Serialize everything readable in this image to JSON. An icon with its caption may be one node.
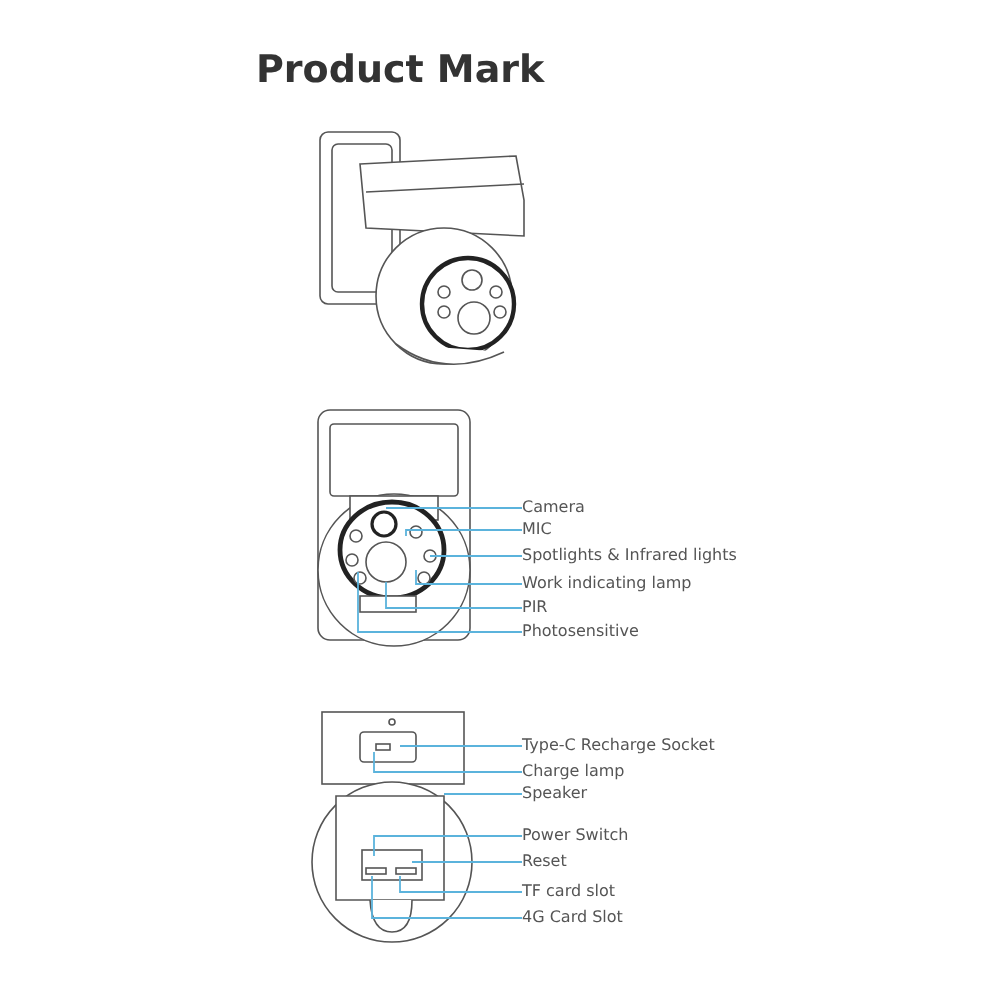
{
  "diagram": {
    "title": "Product Mark",
    "nodes": [
      {
        "text": [
          "Camera"
        ]
      },
      {
        "text": [
          "MIC"
        ]
      },
      {
        "text": [
          "Spotlights & Infrared lights"
        ]
      },
      {
        "text": [
          "Work indicating lamp"
        ]
      },
      {
        "text": [
          "PIR"
        ]
      },
      {
        "text": [
          "Photosensitive"
        ]
      },
      {
        "text": [
          "Type-C Recharge Socket"
        ]
      },
      {
        "text": [
          "Charge lamp"
        ]
      },
      {
        "text": [
          "Speaker"
        ]
      },
      {
        "text": [
          "Power Switch"
        ]
      },
      {
        "text": [
          "Reset"
        ]
      },
      {
        "text": [
          "TF card slot"
        ]
      },
      {
        "text": [
          "4G Card Slot"
        ]
      }
    ],
    "edges": [
      {
        "from": 0,
        "to": null,
        "arrow": "none"
      },
      {
        "from": 1,
        "to": null,
        "arrow": "none"
      },
      {
        "from": 2,
        "to": null,
        "arrow": "none"
      },
      {
        "from": 3,
        "to": null,
        "arrow": "none"
      },
      {
        "from": 4,
        "to": null,
        "arrow": "none"
      },
      {
        "from": 5,
        "to": null,
        "arrow": "none"
      },
      {
        "from": 6,
        "to": null,
        "arrow": "none"
      },
      {
        "from": 7,
        "to": null,
        "arrow": "none"
      },
      {
        "from": 8,
        "to": null,
        "arrow": "none"
      },
      {
        "from": 9,
        "to": null,
        "arrow": "none"
      },
      {
        "from": 10,
        "to": null,
        "arrow": "none"
      },
      {
        "from": 11,
        "to": null,
        "arrow": "none"
      },
      {
        "from": 12,
        "to": null,
        "arrow": "none"
      }
    ]
  }
}
